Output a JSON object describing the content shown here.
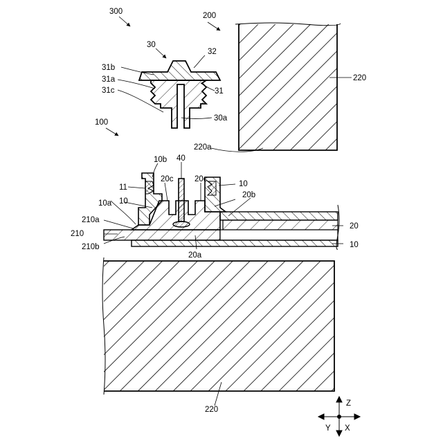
{
  "labels": {
    "assembly_300": "300",
    "device_200": "200",
    "device_100": "100",
    "connector_30": "30",
    "cap_32": "32",
    "flange_31b": "31b",
    "thread_31a": "31a",
    "stem_31c": "31c",
    "body_31": "31",
    "bore_30a": "30a",
    "block_220_top": "220",
    "surface_220a": "220a",
    "seal_10b": "10b",
    "pin_40": "40",
    "seal_11": "11",
    "rib_20c_left": "20c",
    "rib_20c_right": "20c",
    "film_10_right": "10",
    "film_10_left": "10",
    "film_10a": "10a",
    "edge_20b": "20b",
    "face_210a": "210a",
    "layer_20": "20",
    "layer_210": "210",
    "face_210b": "210b",
    "layer_10_bottom": "10",
    "port_20a": "20a",
    "block_220_bottom": "220",
    "axis_z": "Z",
    "axis_y": "Y",
    "axis_x": "X"
  }
}
